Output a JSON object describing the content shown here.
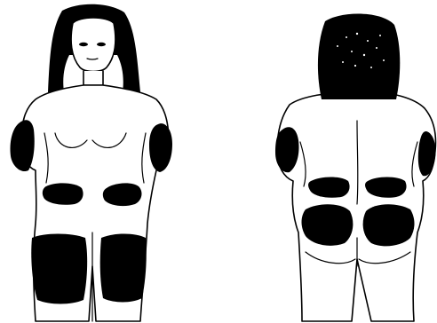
{
  "figures": [
    {
      "view": "front",
      "marked_sites": [
        "upper-arm-left",
        "upper-arm-right",
        "abdomen-left",
        "abdomen-right",
        "thigh-left",
        "thigh-right"
      ]
    },
    {
      "view": "back",
      "marked_sites": [
        "upper-arm-left",
        "upper-arm-right",
        "lower-back-left",
        "lower-back-right",
        "buttock-left",
        "buttock-right"
      ]
    }
  ],
  "colors": {
    "ink": "#000000",
    "paper": "#ffffff"
  }
}
